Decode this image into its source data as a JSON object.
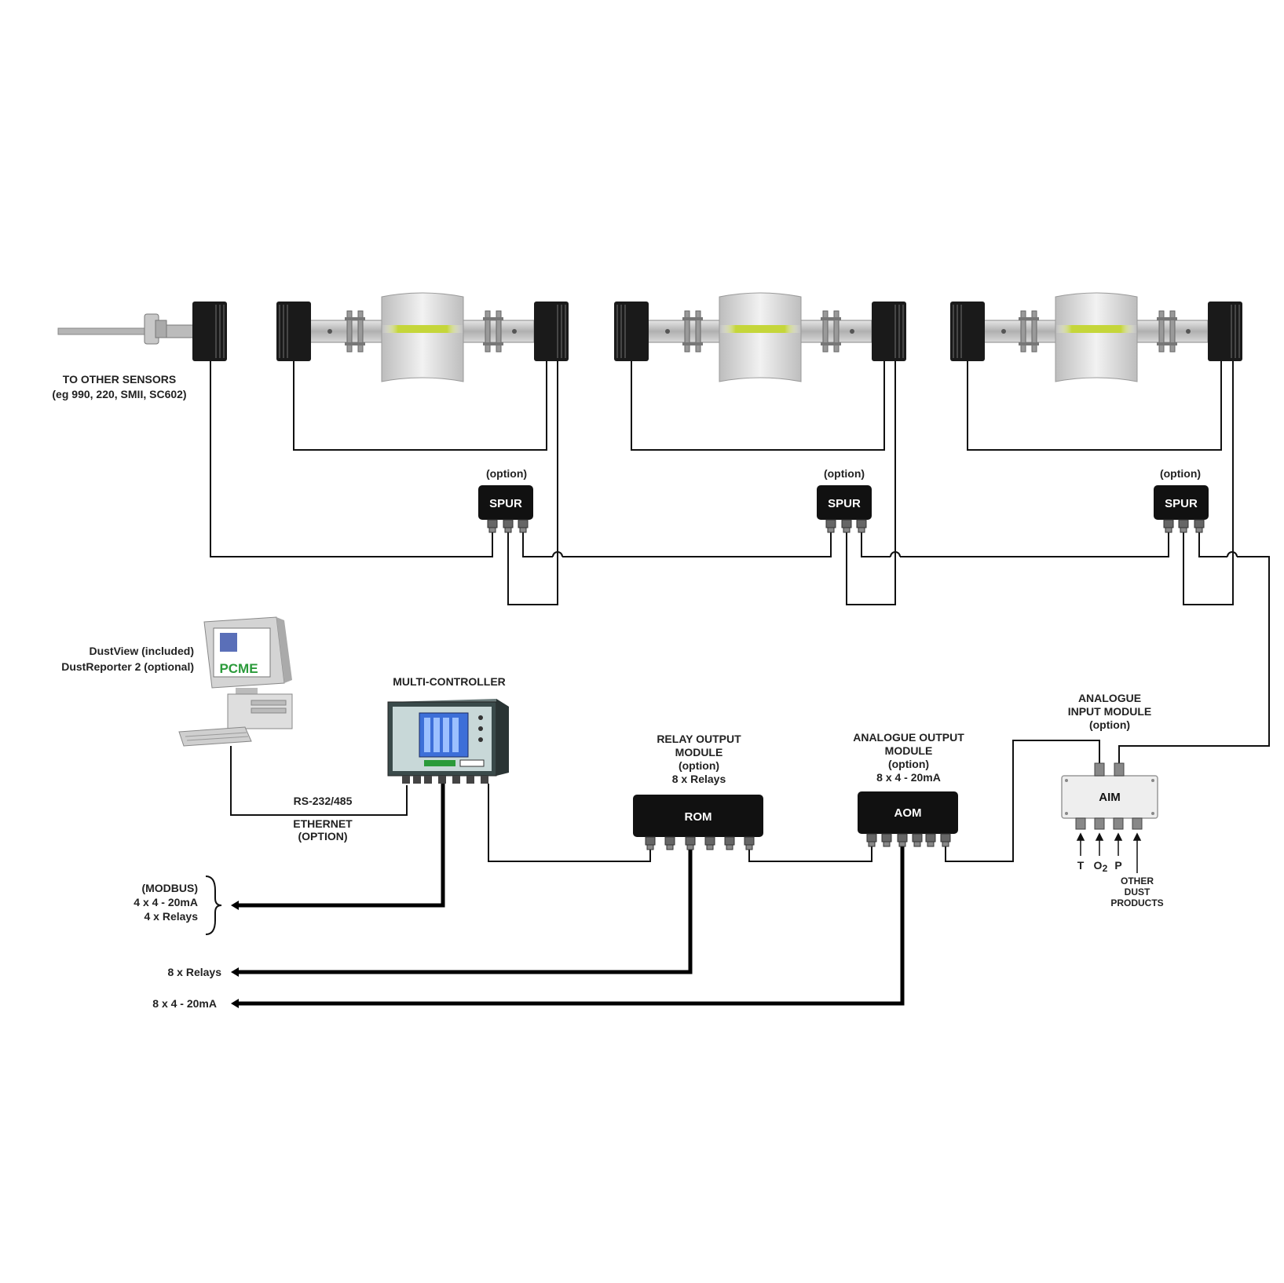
{
  "labels": {
    "other_sensors_line1": "TO OTHER SENSORS",
    "other_sensors_line2": "(eg 990, 220, SMII, SC602)",
    "option": "(option)",
    "spur": "SPUR",
    "software_line1": "DustView (included)",
    "software_line2": "DustReporter 2 (optional)",
    "pcme_logo": "PCME",
    "multi_controller": "MULTI-CONTROLLER",
    "rs232": "RS-232/485",
    "ethernet_line1": "ETHERNET",
    "ethernet_line2": "(OPTION)",
    "rom_title_line1": "RELAY OUTPUT",
    "rom_title_line2": "MODULE",
    "rom_title_line3": "(option)",
    "rom_title_line4": "8 x Relays",
    "rom": "ROM",
    "aom_title_line1": "ANALOGUE OUTPUT",
    "aom_title_line2": "MODULE",
    "aom_title_line3": "(option)",
    "aom_title_line4": "8 x 4 - 20mA",
    "aom": "AOM",
    "aim_title_line1": "ANALOGUE",
    "aim_title_line2": "INPUT MODULE",
    "aim_title_line3": "(option)",
    "aim": "AIM",
    "input_t": "T",
    "input_o2": "O",
    "input_o2_sub": "2",
    "input_p": "P",
    "other_dust_line1": "OTHER",
    "other_dust_line2": "DUST",
    "other_dust_line3": "PRODUCTS",
    "modbus_line1": "(MODBUS)",
    "modbus_line2": "4 x 4 - 20mA",
    "modbus_line3": "4 x Relays",
    "out_relays": "8 x Relays",
    "out_analogue": "8 x 4 - 20mA"
  },
  "colors": {
    "sensor_dark": "#1a1a1a",
    "duct_light": "#dcdcdc",
    "beam": "#c5d63a",
    "wire": "#111111",
    "screen_blue": "#3d6fd8",
    "aim_box": "#eeeeee"
  }
}
